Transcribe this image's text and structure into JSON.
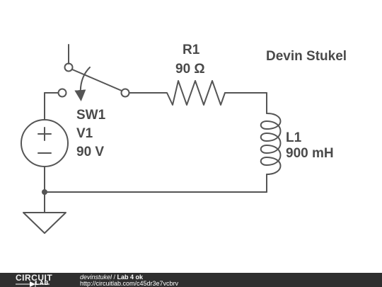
{
  "circuit": {
    "author": "Devin Stukel",
    "resistor": {
      "name": "R1",
      "value": "90 Ω"
    },
    "switch": {
      "name": "SW1"
    },
    "source": {
      "name": "V1",
      "value": "90 V",
      "plus": "+",
      "minus": "−"
    },
    "inductor": {
      "name": "L1",
      "value": "900 mH"
    }
  },
  "footer": {
    "logo_top": "CIRCUIT",
    "logo_bottom": "LAB",
    "user": "devinstukel",
    "separator": " / ",
    "circuit_title": "Lab 4 ok",
    "url": "http://circuitlab.com/c45dr3e7vcbrv"
  },
  "colors": {
    "wire": "#555555",
    "label": "#4a4a4a",
    "footer_bg": "#2f2f2f"
  }
}
